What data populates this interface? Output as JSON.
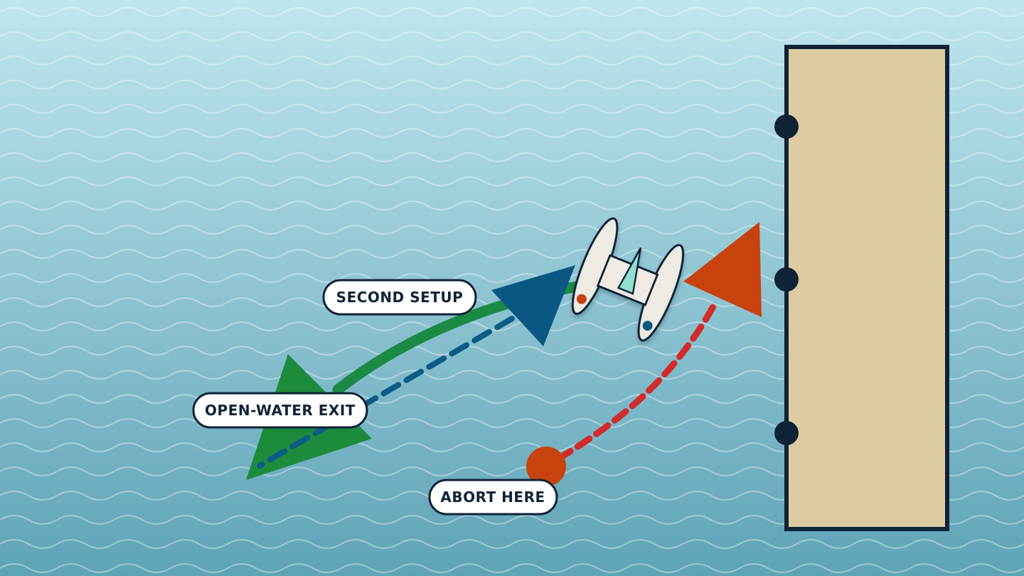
{
  "labels": {
    "second_setup": "SECOND SETUP",
    "open_water_exit": "OPEN-WATER EXIT",
    "abort_here": "ABORT HERE"
  },
  "colors": {
    "water_top": "#bfe6ee",
    "water_bottom": "#5fa3b7",
    "dock": "#dccba3",
    "outline": "#0f2236",
    "green_path": "#1a8a45",
    "green_arrow": "#1d8b3c",
    "blue_path": "#0b5b87",
    "blue_arrow": "#0b5784",
    "red_path": "#d12b2b",
    "orange_arrow": "#c8420e",
    "abort_marker": "#c8420e",
    "boat_hull": "#efebe3",
    "boat_accent": "#8fe0cf"
  },
  "icons": {
    "boat": "catamaran-icon",
    "cleat": "dock-cleat-icon"
  }
}
